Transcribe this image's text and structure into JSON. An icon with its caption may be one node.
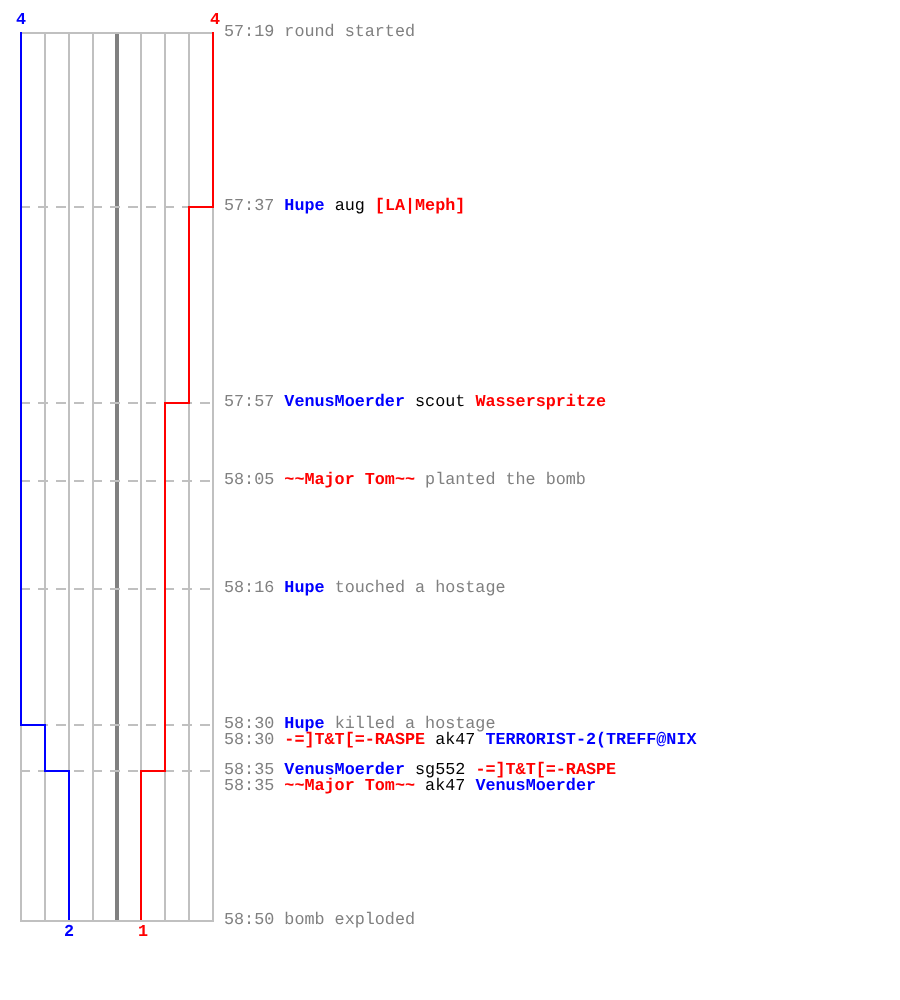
{
  "diagram": {
    "labels": [
      "4",
      "4",
      "57:19",
      "round started",
      "57:37",
      "Hupe",
      "aug",
      "[LA|Meph]",
      "57:57",
      "VenusMoerder",
      "scout",
      "Wasserspritze",
      "58:05",
      "~~Major Tom~~",
      "planted the bomb",
      "58:16",
      "Hupe",
      "touched a hostage",
      "58:30",
      "Hupe",
      "killed a hostage",
      "58:30",
      "-=]T&T[=-RASPE",
      "ak47",
      "TERRORIST-2(TREFF@NIX",
      "58:35",
      "VenusMoerder",
      "sg552",
      "-=]T&T[=-RASPE",
      "58:35",
      "~~Major Tom~~",
      "ak47",
      "VenusMoerder",
      "58:50",
      "bomb exploded",
      "2",
      "1"
    ]
  }
}
